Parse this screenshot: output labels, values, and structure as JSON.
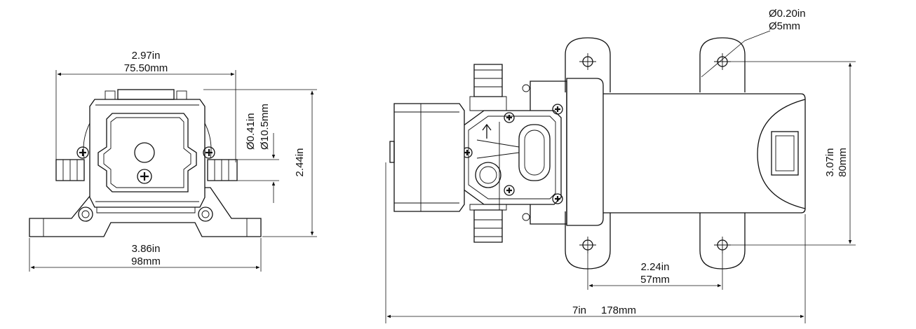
{
  "front_view": {
    "body_width": {
      "in": "2.97in",
      "mm": "75.50mm"
    },
    "port_diameter": {
      "in": "Ø0.41in",
      "mm": "Ø10.5mm"
    },
    "height": {
      "in": "2.44in"
    },
    "base_width": {
      "in": "3.86in",
      "mm": "98mm"
    }
  },
  "top_view": {
    "hole_diameter": {
      "in": "Ø0.20in",
      "mm": "Ø5mm"
    },
    "mount_width": {
      "in": "3.07in",
      "mm": "80mm"
    },
    "hole_spacing": {
      "in": "2.24in",
      "mm": "57mm"
    },
    "overall_length": {
      "in": "7in",
      "mm": "178mm"
    }
  },
  "colors": {
    "line": "#111111",
    "background": "#ffffff"
  }
}
